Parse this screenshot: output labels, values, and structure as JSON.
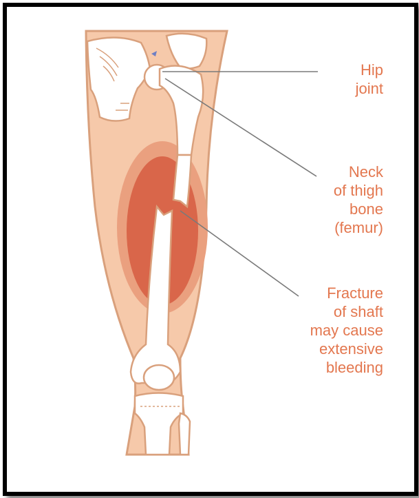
{
  "colors": {
    "skin": "#f6c9aa",
    "outline": "#d9a07c",
    "bone": "#ffffff",
    "bleed_outer": "#eaa07f",
    "bleed_inner": "#d9664a",
    "label": "#e3774f",
    "leader": "#7a7a7a",
    "frame": "#000000"
  },
  "labels": {
    "hip_joint": "Hip\njoint",
    "neck_of_thigh_bone": "Neck\nof thigh\nbone\n(femur)",
    "fracture_of_shaft": "Fracture\nof shaft\nmay cause\nextensive\nbleeding"
  }
}
